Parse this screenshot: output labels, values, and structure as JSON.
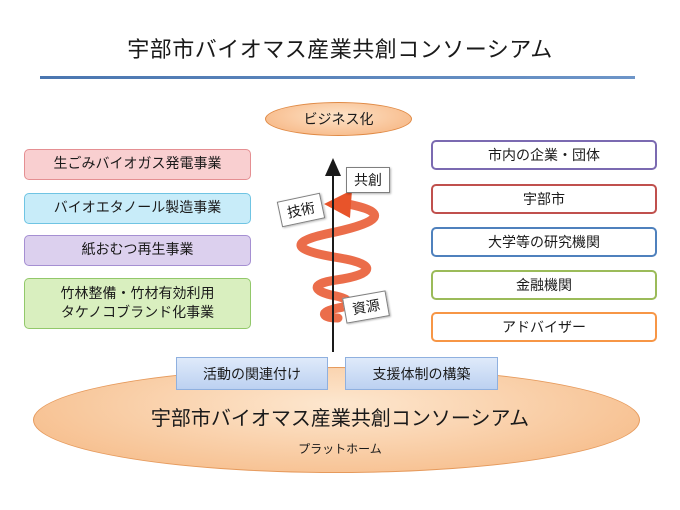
{
  "title": "宇部市バイオマス産業共創コンソーシアム",
  "top_pill": "ビジネス化",
  "left_projects": [
    "生ごみバイオガス発電事業",
    "バイオエタノール製造事業",
    "紙おむつ再生事業",
    "竹林整備・竹材有効利用\nタケノコブランド化事業"
  ],
  "right_members": [
    "市内の企業・団体",
    "宇部市",
    "大学等の研究機関",
    "金融機関",
    "アドバイザー"
  ],
  "spiral_labels": {
    "top": "共創",
    "middle": "技術",
    "bottom": "資源"
  },
  "support_boxes": [
    "活動の関連付け",
    "支援体制の構築"
  ],
  "platform": {
    "name": "宇部市バイオマス産業共創コンソーシアム",
    "subtitle": "プラットホーム"
  },
  "colors": {
    "left_fills": [
      "#f9cfd0",
      "#c8ecf9",
      "#dcd0ee",
      "#d9efbf"
    ],
    "left_borders": [
      "#e58f92",
      "#6fc4e3",
      "#a58fd2",
      "#92c86a"
    ],
    "right_borders": [
      "#7b6ab1",
      "#c0504d",
      "#4f81bd",
      "#9bbb59",
      "#f79646"
    ],
    "spiral": "#e8542a"
  }
}
